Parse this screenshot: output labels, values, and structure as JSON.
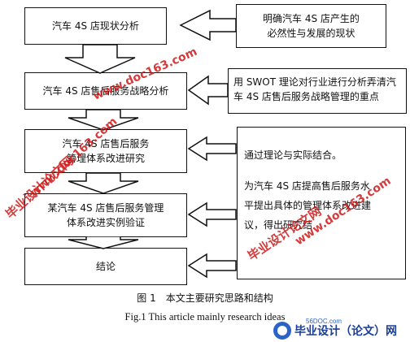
{
  "left_column": [
    {
      "lines": [
        "汽车 4S 店现状分析"
      ]
    },
    {
      "lines": [
        "汽车 4S 店售后服务战略分析"
      ]
    },
    {
      "lines": [
        "汽车 4S 店售后服务",
        "管理体系改进研究"
      ]
    },
    {
      "lines": [
        "某汽车 4S 店售后服务管理",
        "体系改进实例验证"
      ]
    },
    {
      "lines": [
        "结论"
      ]
    }
  ],
  "right_column": [
    {
      "lines": [
        "明确汽车 4S 店产生的",
        "必然性与发展的现状"
      ]
    },
    {
      "lines": [
        "用 SWOT 理论对行业进行分析弄清汽",
        "车 4S 店售后服务战略管理的重点"
      ]
    },
    {
      "lines": [
        "通过理论与实际结合。",
        "为汽车 4S 店提高售后服务水",
        "平提出具体的管理体系改进建",
        "议，得出研究结"
      ]
    }
  ],
  "caption_cn": "图 1　本文主要研究思路和结构",
  "caption_en": "Fig.1 This article mainly research ideas",
  "watermarks": [
    "毕业设计论文网",
    "www.doc163.com",
    "毕业设计论文网",
    "www.doc163.com",
    "www.doc163.com"
  ],
  "logo": {
    "text": "毕业设计（论文）网",
    "url": "56DOC.com"
  }
}
